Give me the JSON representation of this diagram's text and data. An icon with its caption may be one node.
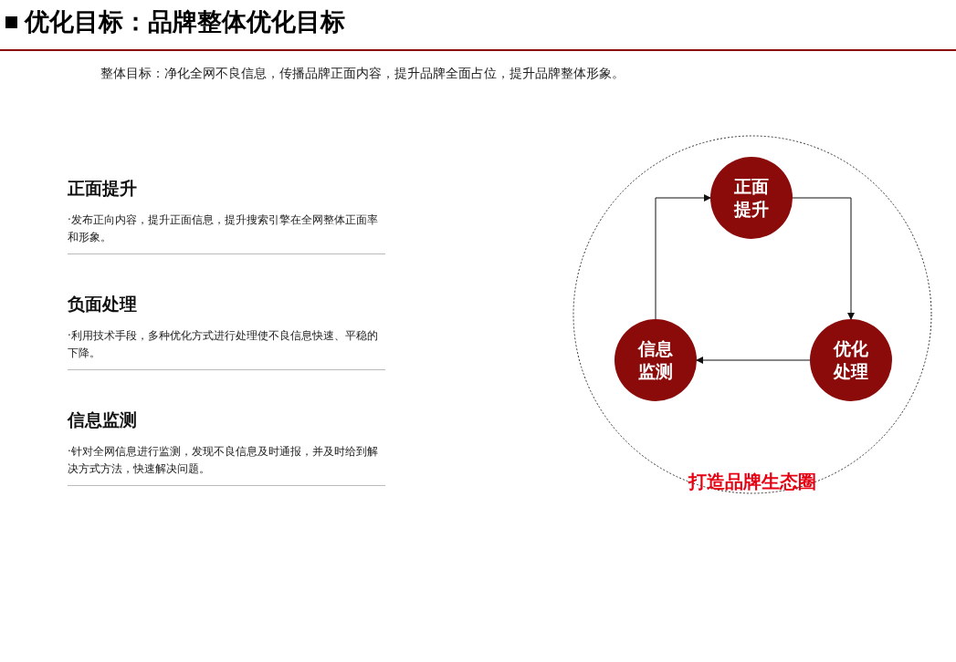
{
  "diagram": {
    "title": "优化目标：品牌整体优化目标",
    "nodes": [
      {
        "text": [
          "打造品牌生态圈"
        ]
      },
      {
        "text": [
          "正面提升"
        ],
        "in": 0
      },
      {
        "text": [
          "优化处理"
        ],
        "in": 0
      },
      {
        "text": [
          "信息监测"
        ],
        "in": 0
      }
    ],
    "edges": [
      {
        "from": 3,
        "to": 1,
        "arrow": "to"
      },
      {
        "from": 1,
        "to": 2,
        "arrow": "to"
      },
      {
        "from": 2,
        "to": 3,
        "arrow": "to"
      }
    ],
    "labels": [
      "整体目标：净化全网不良信息，传播品牌正面内容，提升品牌全面占位，提升品牌整体形象。",
      "正面提升",
      "·发布正向内容，提升正面信息，提升搜索引擎在全网整体正面率和形象。",
      "负面处理",
      "·利用技术手段，多种优化方式进行处理使不良信息快速、平稳的下降。",
      "信息监测",
      "·针对全网信息进行监测，发现不良信息及时通报，并及时给到解决方式方法，快速解决问题。"
    ]
  }
}
